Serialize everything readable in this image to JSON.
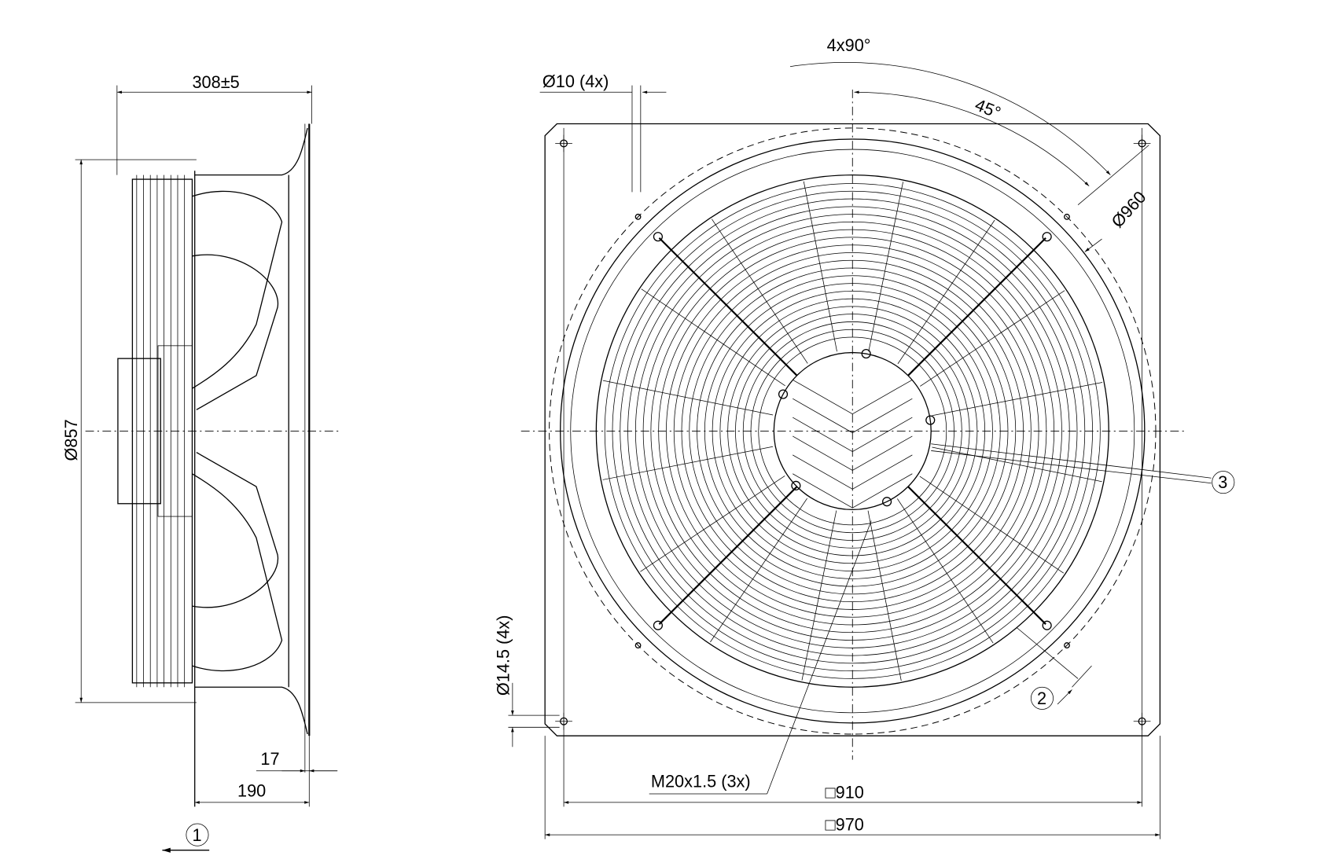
{
  "side_view": {
    "depth_dim": "308±5",
    "diameter_dim": "Ø857",
    "flange_dim": "17",
    "nozzle_dim": "190",
    "airflow_marker": "1"
  },
  "front_view": {
    "hole_dim": "Ø10 (4x)",
    "angle_dim": "4x90°",
    "angle_offset_dim": "45°",
    "bolt_circle_dim": "Ø960",
    "marker_3": "3",
    "marker_2": "2",
    "slot_dim": "Ø14.5 (4x)",
    "gland_dim": "M20x1.5 (3x)",
    "inner_square_dim": "□910",
    "outer_square_dim": "□970"
  }
}
